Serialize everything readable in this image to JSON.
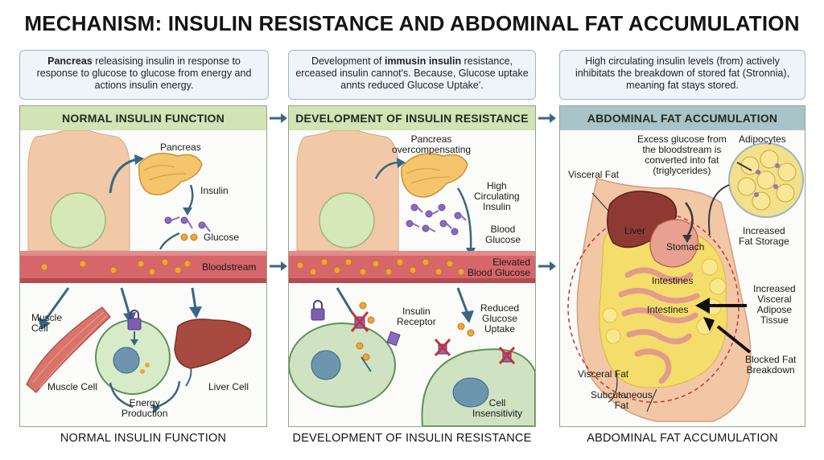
{
  "title": "MECHANISM: INSULIN RESISTANCE AND ABDOMINAL FAT ACCUMULATION",
  "descriptions": {
    "d1_bold": "Pancreas",
    "d1_rest": " releasising insulin in response to response to glucose to glucose from energy and actions insulin energy.",
    "d2_a": "Development of ",
    "d2_bold": "immusin insulin",
    "d2_b": " resistance, erceased insulin cannot's. Because, Glucose uptake annts reduced Glucose Uptake'.",
    "d3": "High circulating insulin levels (from) actively inhibitats the breakdown of stored fat (Stronnia), meaning fat stays stored."
  },
  "panels": {
    "normal": {
      "header": "NORMAL INSULIN FUNCTION",
      "labels": {
        "pancreas": "Pancreas",
        "insulin": "Insulin",
        "glucose": "Glucose",
        "bloodstream": "Bloodstream",
        "muscle_cell_top": "Muscle\nCell",
        "muscle_cell_bottom": "Muscle Cell",
        "energy": "Energy\nProduction",
        "liver_cell": "Liver Cell"
      }
    },
    "resistance": {
      "header": "DEVELOPMENT OF INSULIN RESISTANCE",
      "labels": {
        "pancreas": "Pancreas\novercompensating",
        "high_insulin": "High\nCirculating\nInsulin",
        "blood_glucose": "Blood\nGlucose",
        "elevated": "Elevated\nBlood Glucose",
        "receptor": "Insulin\nReceptor",
        "reduced": "Reduced\nGlucose\nUptake",
        "insensitivity": "Cell\nInsensitivity"
      }
    },
    "fat": {
      "header": "ABDOMINAL FAT ACCUMULATION",
      "labels": {
        "excess": "Excess glucose from\nthe bloodstream is\nconverted into fat\n(triglycerides)",
        "adipocytes": "Adipocytes",
        "visceral_top": "Visceral Fat",
        "liver": "Liver",
        "stomach": "Stomach",
        "increased_storage": "Increased\nFat Storage",
        "intestines1": "Intestines",
        "intestines2": "Intestines",
        "increased_visceral": "Increased\nVisceral\nAdipose\nTissue",
        "blocked": "Blocked Fat\nBreakdown",
        "visceral_bottom": "Visceral Fat",
        "subcutaneous": "Subcutaneous\nFat"
      }
    }
  },
  "footers": {
    "f1": "NORMAL INSULIN FUNCTION",
    "f2": "DEVELOPMENT OF INSULIN RESISTANCE",
    "f3": "ABDOMINAL FAT ACCUMULATION"
  },
  "colors": {
    "header_green": "#d2e3b6",
    "header_teal": "#a9c4c8",
    "vessel": "#d6666a",
    "glucose": "#f0a43a",
    "insulin": "#8a6bbf",
    "arrow": "#3a6685"
  }
}
